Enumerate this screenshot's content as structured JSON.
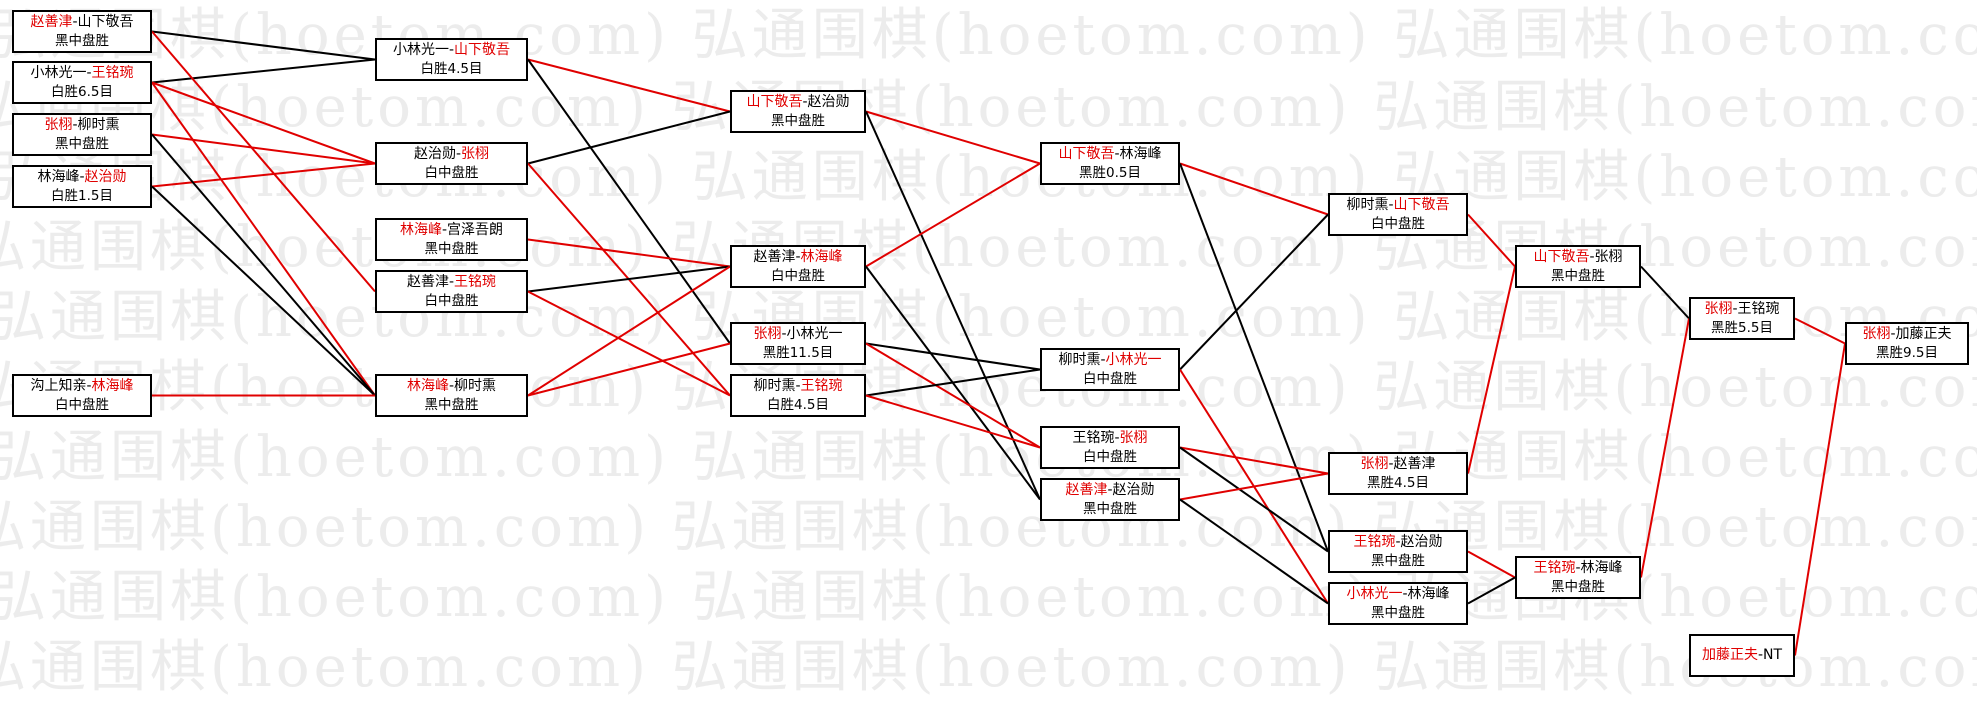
{
  "watermark": "弘通围棋(hoetom.com)",
  "colors": {
    "winner": "#e00000",
    "loser": "#000000",
    "line_win": "#e00000",
    "line_loss": "#000000"
  },
  "games": [
    {
      "id": "r1a",
      "p1": "赵善津",
      "p2": "山下敬吾",
      "winner": 1,
      "result": "黑中盘胜"
    },
    {
      "id": "r1b",
      "p1": "小林光一",
      "p2": "王铭琬",
      "winner": 2,
      "result": "白胜6.5目"
    },
    {
      "id": "r1c",
      "p1": "张栩",
      "p2": "柳时熏",
      "winner": 1,
      "result": "黑中盘胜"
    },
    {
      "id": "r1d",
      "p1": "林海峰",
      "p2": "赵治勋",
      "winner": 2,
      "result": "白胜1.5目"
    },
    {
      "id": "r1e",
      "p1": "沟上知亲",
      "p2": "林海峰",
      "winner": 2,
      "result": "白中盘胜"
    },
    {
      "id": "r2a",
      "p1": "小林光一",
      "p2": "山下敬吾",
      "winner": 2,
      "result": "白胜4.5目"
    },
    {
      "id": "r2b",
      "p1": "赵治勋",
      "p2": "张栩",
      "winner": 2,
      "result": "白中盘胜"
    },
    {
      "id": "r2c",
      "p1": "林海峰",
      "p2": "宫泽吾朗",
      "winner": 1,
      "result": "黑中盘胜"
    },
    {
      "id": "r2d",
      "p1": "赵善津",
      "p2": "王铭琬",
      "winner": 2,
      "result": "白中盘胜"
    },
    {
      "id": "r2e",
      "p1": "林海峰",
      "p2": "柳时熏",
      "winner": 1,
      "result": "黑中盘胜"
    },
    {
      "id": "r3a",
      "p1": "山下敬吾",
      "p2": "赵治勋",
      "winner": 1,
      "result": "黑中盘胜"
    },
    {
      "id": "r3b",
      "p1": "赵善津",
      "p2": "林海峰",
      "winner": 2,
      "result": "白中盘胜"
    },
    {
      "id": "r3c",
      "p1": "张栩",
      "p2": "小林光一",
      "winner": 1,
      "result": "黑胜11.5目"
    },
    {
      "id": "r3d",
      "p1": "柳时熏",
      "p2": "王铭琬",
      "winner": 2,
      "result": "白胜4.5目"
    },
    {
      "id": "r4a",
      "p1": "山下敬吾",
      "p2": "林海峰",
      "winner": 1,
      "result": "黑胜0.5目"
    },
    {
      "id": "r4b",
      "p1": "柳时熏",
      "p2": "小林光一",
      "winner": 2,
      "result": "白中盘胜"
    },
    {
      "id": "r4c",
      "p1": "王铭琬",
      "p2": "张栩",
      "winner": 2,
      "result": "白中盘胜"
    },
    {
      "id": "r4d",
      "p1": "赵善津",
      "p2": "赵治勋",
      "winner": 1,
      "result": "黑中盘胜"
    },
    {
      "id": "r5a",
      "p1": "柳时熏",
      "p2": "山下敬吾",
      "winner": 2,
      "result": "白中盘胜"
    },
    {
      "id": "r5b",
      "p1": "张栩",
      "p2": "赵善津",
      "winner": 1,
      "result": "黑胜4.5目"
    },
    {
      "id": "r5c",
      "p1": "王铭琬",
      "p2": "赵治勋",
      "winner": 1,
      "result": "黑中盘胜"
    },
    {
      "id": "r5d",
      "p1": "小林光一",
      "p2": "林海峰",
      "winner": 1,
      "result": "黑中盘胜"
    },
    {
      "id": "r6a",
      "p1": "山下敬吾",
      "p2": "张栩",
      "winner": 1,
      "result": "黑中盘胜"
    },
    {
      "id": "r6b",
      "p1": "王铭琬",
      "p2": "林海峰",
      "winner": 1,
      "result": "黑中盘胜"
    },
    {
      "id": "r7a",
      "p1": "张栩",
      "p2": "王铭琬",
      "winner": 1,
      "result": "黑胜5.5目"
    },
    {
      "id": "r7b",
      "p1": "加藤正夫",
      "p2": "NT",
      "winner": 1,
      "result": ""
    },
    {
      "id": "r8a",
      "p1": "张栩",
      "p2": "加藤正夫",
      "winner": 1,
      "result": "黑胜9.5目"
    }
  ]
}
